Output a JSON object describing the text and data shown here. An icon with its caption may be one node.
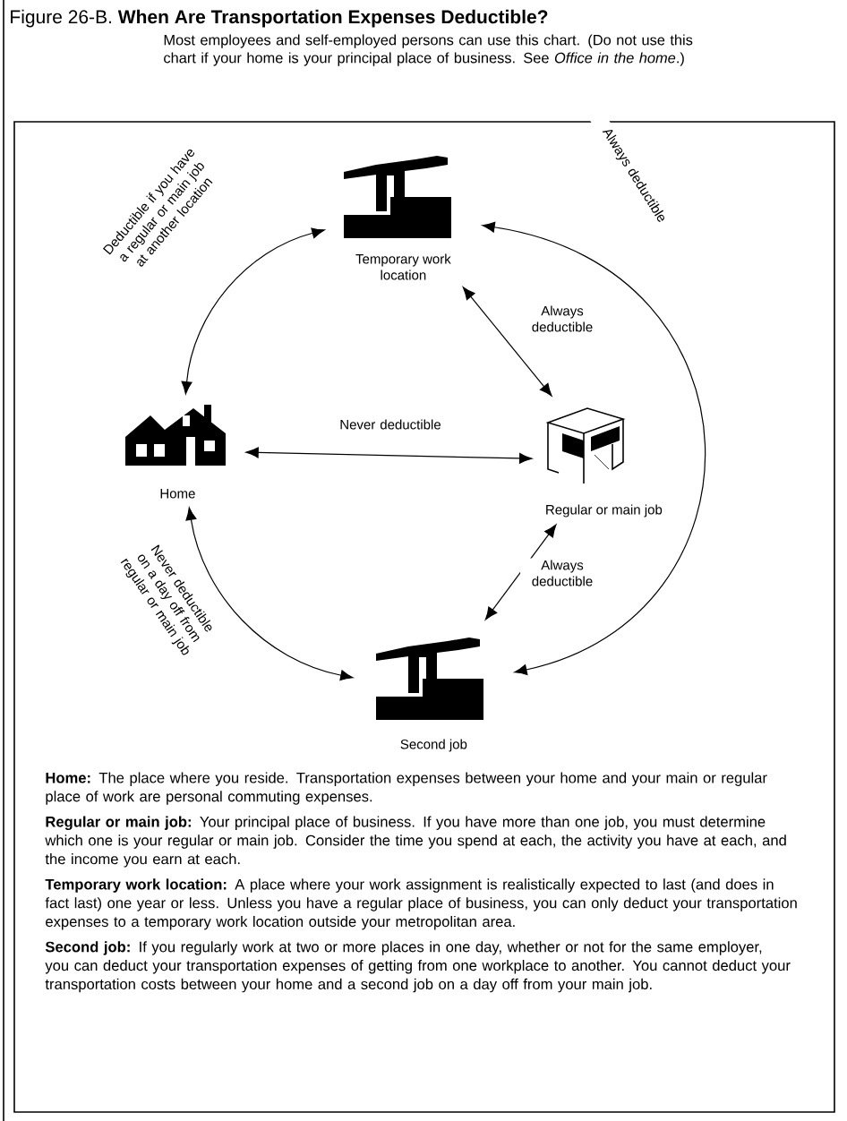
{
  "diagram": {
    "title": "Figure 26-B. **When Are Transportation Expenses Deductible?**",
    "caption": "Most employees and self-employed persons can use this chart. (Do not use this chart if your home is your principal place of business. See *Office in the home*.)",
    "nodes": [
      {
        "text": [
          "Temporary work location"
        ]
      },
      {
        "text": [
          "Home"
        ]
      },
      {
        "text": [
          "Regular or main job"
        ]
      },
      {
        "text": [
          "Second job"
        ]
      }
    ],
    "edges": [
      {
        "from": 1,
        "to": 2,
        "arrow": "both",
        "label": "Never deductible"
      },
      {
        "from": 0,
        "to": 2,
        "arrow": "both",
        "label": "Always deductible"
      },
      {
        "from": 2,
        "to": 3,
        "arrow": "both",
        "label": "Always deductible"
      },
      {
        "from": 1,
        "to": 0,
        "arrow": "both",
        "label": "Deductible if you have a regular or main job at another location"
      },
      {
        "from": 1,
        "to": 3,
        "arrow": "both",
        "label": "Never deductible on a day off from regular or main job"
      },
      {
        "from": 0,
        "to": 3,
        "arrow": "both",
        "label": "Always deductible"
      }
    ],
    "labels": [
      "**Home:** The place where you reside. Transportation expenses between your home and your main or regular place of work are personal commuting expenses.",
      "**Regular or main job:** Your principal place of business. If you have more than one job, you must determine which one is your regular or main job. Consider the time you spend at each, the activity you have at each, and the income you earn at each.",
      "**Temporary work location:** A place where your work assignment is realistically expected to last (and does in fact last) one year or less. Unless you have a regular place of business, you can only deduct your transportation expenses to a temporary work location outside your metropolitan area.",
      "**Second job:** If you regularly work at two or more places in one day, whether or not for the same employer, you can deduct your transportation expenses of getting from one workplace to another. You cannot deduct your transportation costs between your home and a second job on a day off from your main job."
    ]
  }
}
